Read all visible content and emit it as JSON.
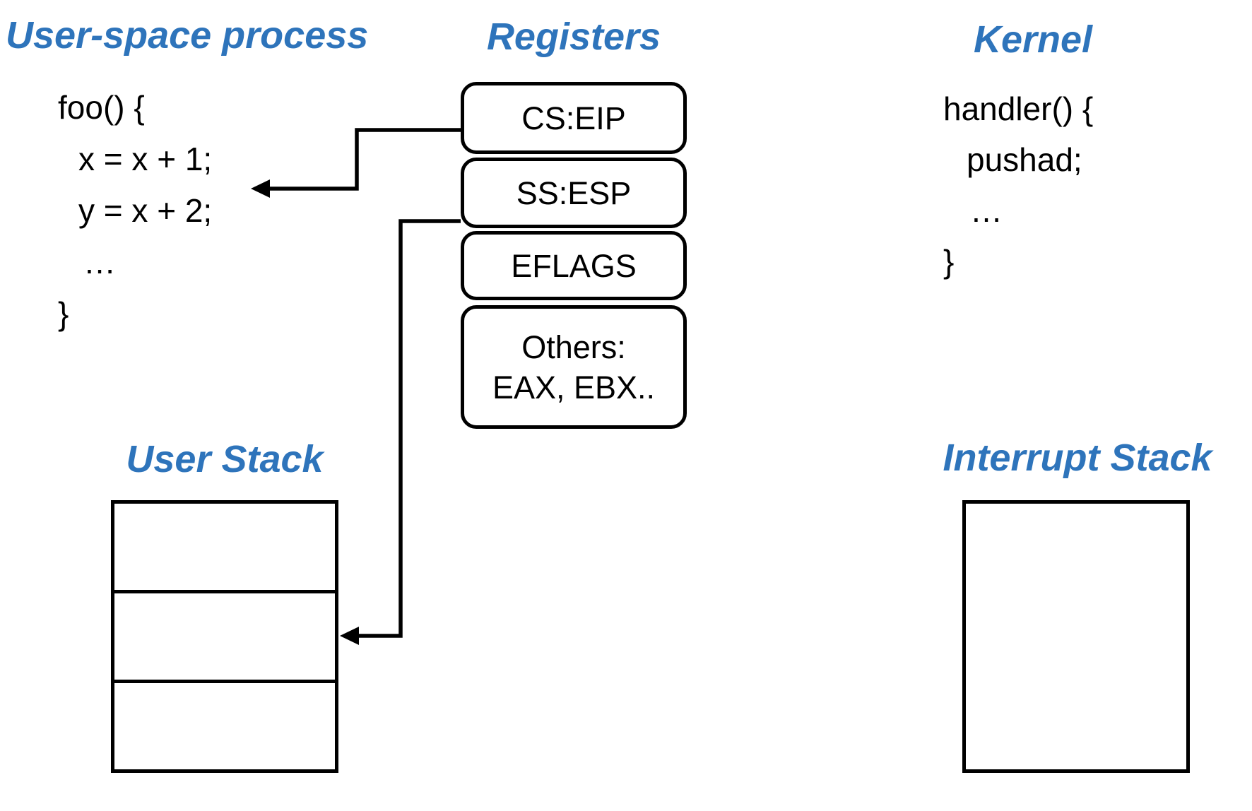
{
  "colors": {
    "heading_blue": "#2E74BB",
    "diagram_black": "#000000",
    "background": "#FFFFFF"
  },
  "headings": {
    "user_space_process": "User-space process",
    "registers": "Registers",
    "kernel": "Kernel",
    "user_stack": "User Stack",
    "interrupt_stack": "Interrupt Stack"
  },
  "user_code": {
    "line1": "foo() {",
    "line2": "x = x + 1;",
    "line3": "y = x + 2;",
    "line4": "…",
    "line5": "}"
  },
  "kernel_code": {
    "line1": "handler() {",
    "line2": "pushad;",
    "line3": "…",
    "line4": "}"
  },
  "registers": {
    "cs_eip": "CS:EIP",
    "ss_esp": "SS:ESP",
    "eflags": "EFLAGS",
    "others_line1": "Others:",
    "others_line2": "EAX, EBX.."
  },
  "stacks": {
    "user_stack_row_count": 3,
    "interrupt_stack_row_count": 1
  }
}
